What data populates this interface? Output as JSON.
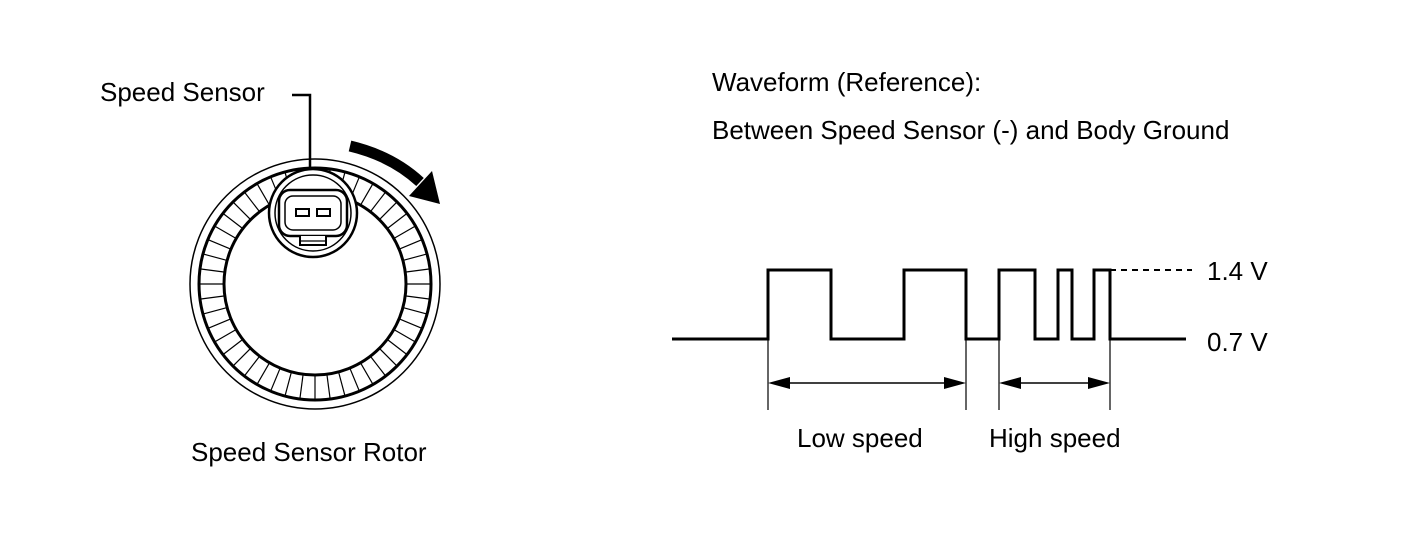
{
  "left_panel": {
    "sensor_label": "Speed Sensor",
    "rotor_label": "Speed Sensor Rotor"
  },
  "right_panel": {
    "title_line1": "Waveform (Reference):",
    "title_line2": "Between Speed Sensor (-) and Body Ground",
    "high_level_label": "1.4 V",
    "low_level_label": "0.7 V",
    "low_speed_label": "Low speed",
    "high_speed_label": "High speed"
  },
  "colors": {
    "line": "#000000",
    "background": "#ffffff"
  }
}
